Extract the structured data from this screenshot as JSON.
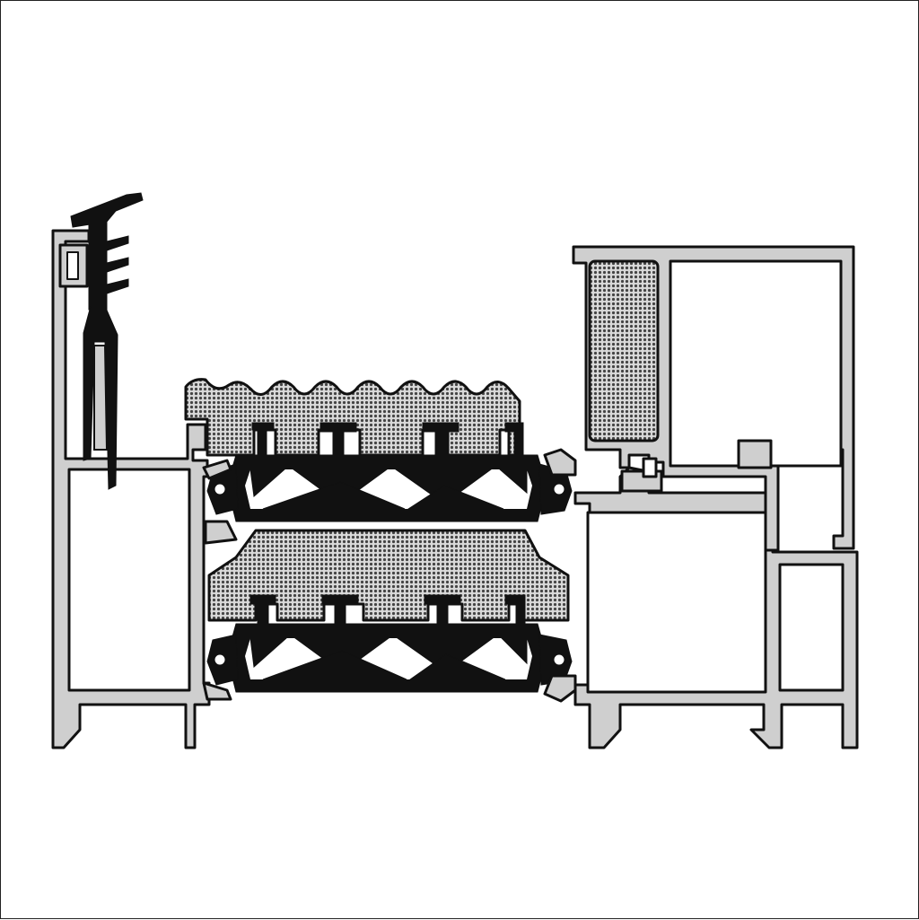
{
  "diagram": {
    "type": "window-frame-cross-section",
    "colors": {
      "background": "#ffffff",
      "aluminium": "#cfcfcf",
      "outline": "#111111",
      "thermal_break": "#111111",
      "insulation_foam": "#8a8a8a",
      "gasket": "#111111"
    },
    "components": [
      "outer-frame-profile-left",
      "weather-seal-gasket",
      "upper-insulation-foam",
      "upper-thermal-break-strip",
      "lower-insulation-foam",
      "lower-thermal-break-strip",
      "inner-frame-profile-right",
      "sash-profile",
      "sash-insulation-foam"
    ]
  }
}
